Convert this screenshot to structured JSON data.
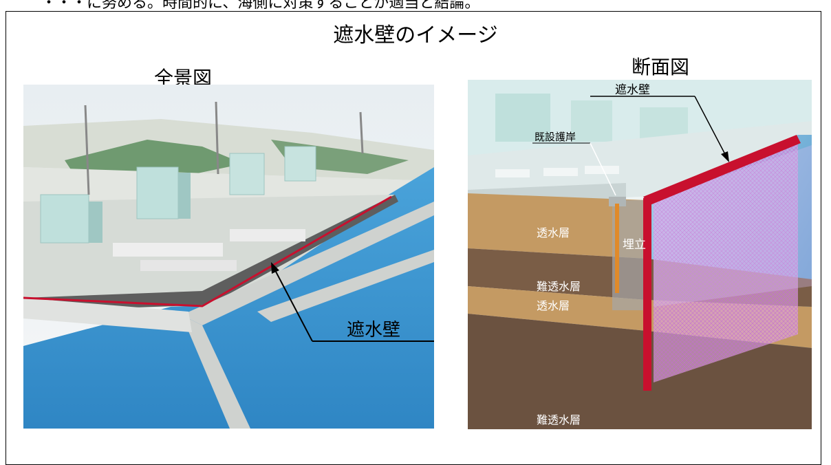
{
  "header_fragment": "・・・に努める。時間的に、海側に対策することが適当と結論。",
  "title": "遮水壁のイメージ",
  "left_panel": {
    "title": "全景図",
    "label": "遮水壁"
  },
  "right_panel": {
    "title": "断面図",
    "labels": {
      "wall": "遮水壁",
      "existing_revetment": "既設護岸",
      "permeable_1": "透水層",
      "landfill": "埋立",
      "impermeable_1": "難透水層",
      "permeable_2": "透水層",
      "impermeable_2": "難透水層"
    }
  },
  "colors": {
    "wall_red": "#c8102e",
    "sea_blue": "#3d9bd6",
    "soil_tan": "#c49a63",
    "soil_dark": "#6b5240"
  }
}
